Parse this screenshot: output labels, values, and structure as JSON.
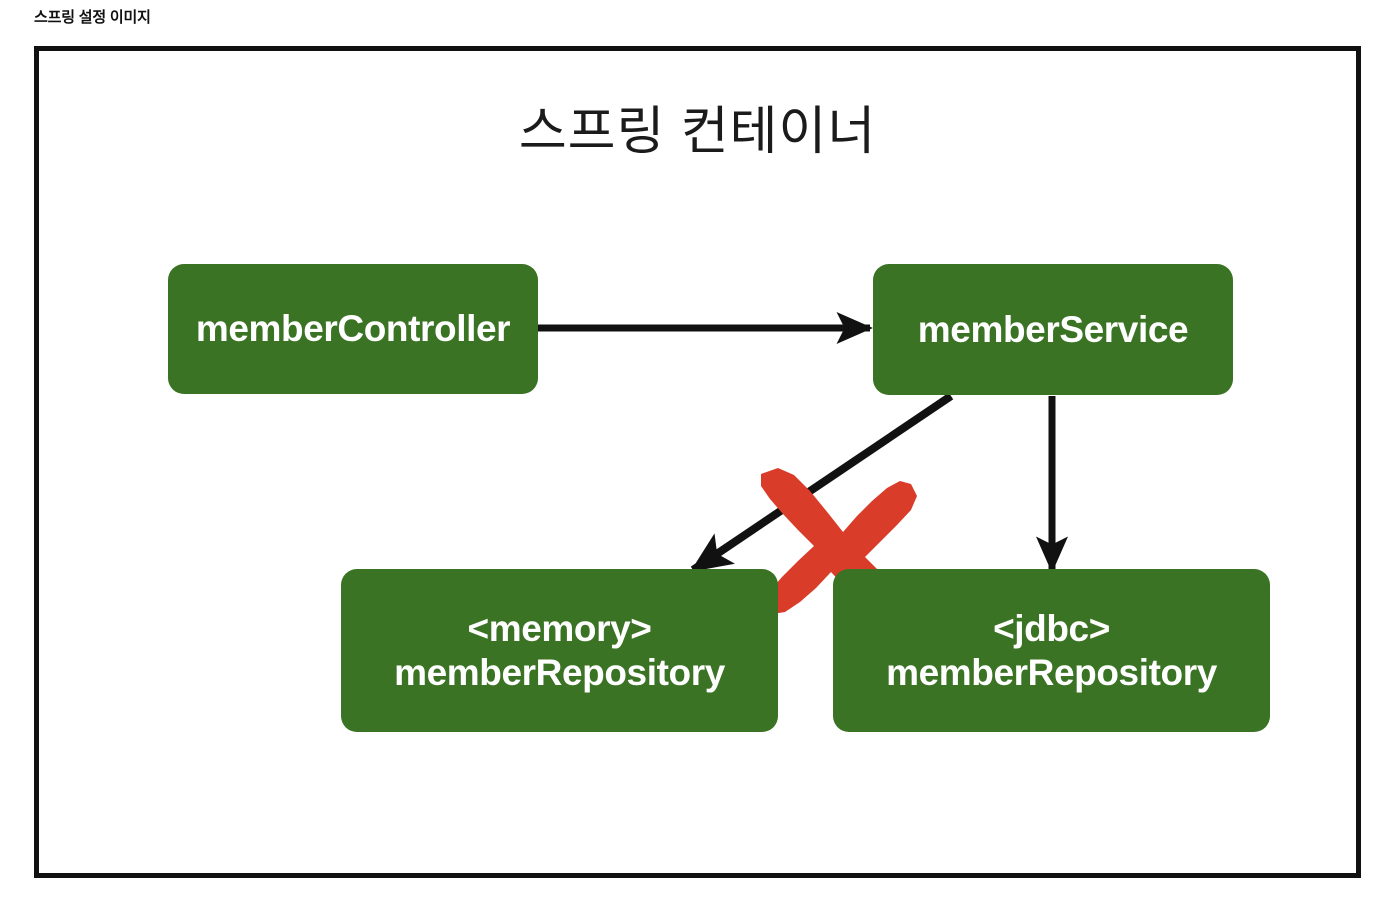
{
  "caption": "스프링 설정 이미지",
  "diagram": {
    "title": "스프링 컨테이너",
    "colors": {
      "node_fill": "#3b7324",
      "node_text": "#ffffff",
      "frame_border": "#111111",
      "edge": "#111111",
      "cross_mark": "#d93c28",
      "background": "#ffffff"
    },
    "nodes": [
      {
        "id": "memberController",
        "label": "memberController",
        "line1": "memberController",
        "line2": ""
      },
      {
        "id": "memberService",
        "label": "memberService",
        "line1": "memberService",
        "line2": ""
      },
      {
        "id": "memoryMemberRepository",
        "label": "<memory> memberRepository",
        "line1": "<memory>",
        "line2": "memberRepository"
      },
      {
        "id": "jdbcMemberRepository",
        "label": "<jdbc> memberRepository",
        "line1": "<jdbc>",
        "line2": "memberRepository"
      }
    ],
    "edges": [
      {
        "id": "controller-to-service",
        "from": "memberController",
        "to": "memberService",
        "style": "solid-arrow",
        "crossed_out": false
      },
      {
        "id": "service-to-memory-repository",
        "from": "memberService",
        "to": "memoryMemberRepository",
        "style": "solid-arrow",
        "crossed_out": true
      },
      {
        "id": "service-to-jdbc-repository",
        "from": "memberService",
        "to": "jdbcMemberRepository",
        "style": "solid-arrow",
        "crossed_out": false
      }
    ],
    "annotations": [
      {
        "id": "cross-mark",
        "symbol": "X",
        "meaning": "disabled-connection",
        "color": "#d93c28"
      }
    ]
  }
}
